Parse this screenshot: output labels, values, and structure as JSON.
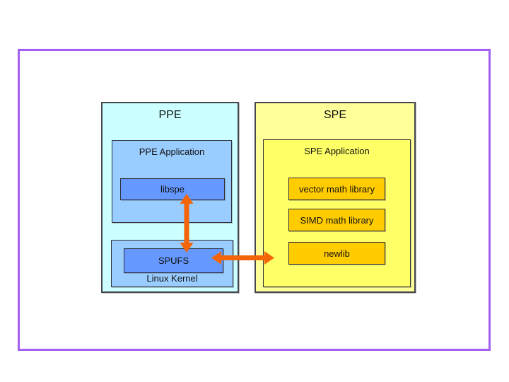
{
  "colors": {
    "slide-border": "#a45ef2",
    "ppe-outer": "#ccffff",
    "ppe-inner": "#99ccff",
    "ppe-accent": "#6699ff",
    "spe-outer": "#ffff99",
    "spe-inner": "#ffff66",
    "spe-accent": "#ffcc00",
    "arrow": "#f4650a",
    "text": "#111111"
  },
  "diagram": {
    "ppe": {
      "title": "PPE",
      "application_label": "PPE Application",
      "libspe_label": "libspe",
      "kernel_label": "Linux Kernel",
      "spufs_label": "SPUFS"
    },
    "spe": {
      "title": "SPE",
      "application_label": "SPE Application",
      "libraries": [
        "vector math library",
        "SIMD math library",
        "newlib"
      ]
    },
    "arrows": [
      {
        "name": "libspe-spufs",
        "type": "double-headed-vertical"
      },
      {
        "name": "spufs-spe",
        "type": "double-headed-horizontal"
      }
    ]
  }
}
